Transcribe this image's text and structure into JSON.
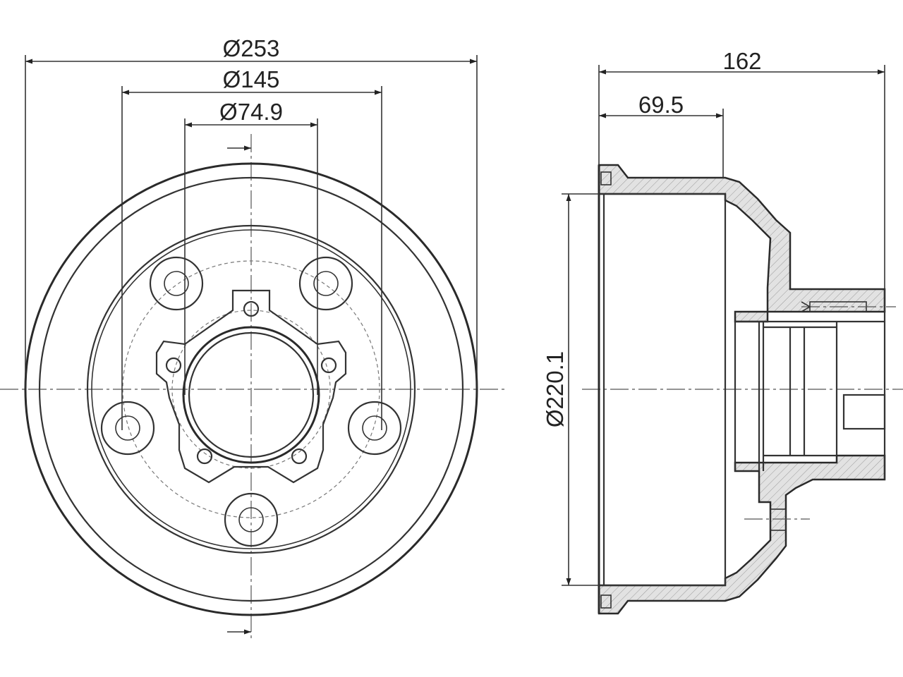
{
  "dimensions": {
    "outer_diameter": "Ø253",
    "pcd": "Ø145",
    "center_bore": "Ø74.9",
    "total_height": "162",
    "flange_offset": "69.5",
    "inner_diameter": "Ø220.1"
  },
  "colors": {
    "line": "#2a2a2a",
    "section_fill": "#dddddd",
    "background": "#ffffff"
  }
}
